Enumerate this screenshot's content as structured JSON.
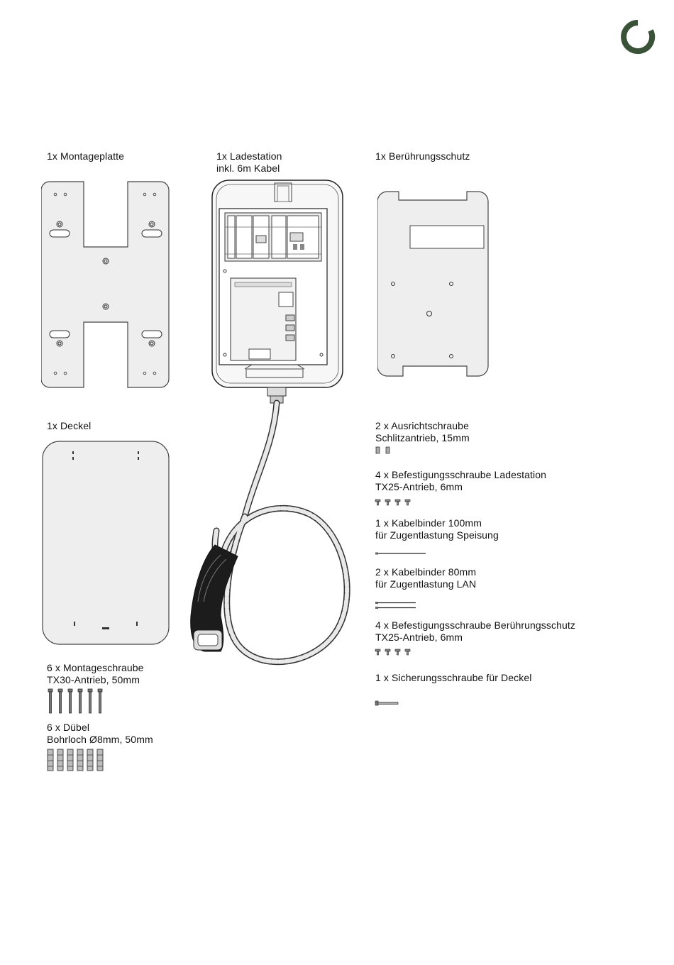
{
  "brand": {
    "logo_name": "ring-logo",
    "accent_color": "#3a5238"
  },
  "items": {
    "montageplatte": {
      "line1": "1x Montageplatte"
    },
    "ladestation": {
      "line1": "1x Ladestation",
      "line2": "inkl. 6m Kabel"
    },
    "beruehrungsschutz": {
      "line1": "1x Berührungsschutz"
    },
    "deckel": {
      "line1": "1x Deckel"
    },
    "montageschraube": {
      "line1": "6 x Montageschraube",
      "line2": "TX30-Antrieb, 50mm",
      "count": 6
    },
    "duebel": {
      "line1": "6 x Dübel",
      "line2": "Bohrloch Ø8mm, 50mm",
      "count": 6
    },
    "ausrichtschraube": {
      "line1": "2 x Ausrichtschraube",
      "line2": "Schlitzantrieb, 15mm",
      "count": 2
    },
    "befestigung_ladestation": {
      "line1": "4 x Befestigungsschraube Ladestation",
      "line2": "TX25-Antrieb, 6mm",
      "count": 4
    },
    "kabelbinder_100": {
      "line1": "1 x Kabelbinder 100mm",
      "line2": "für Zugentlastung Speisung",
      "count": 1
    },
    "kabelbinder_80": {
      "line1": "2 x Kabelbinder 80mm",
      "line2": "für Zugentlastung LAN",
      "count": 2
    },
    "befestigung_schutz": {
      "line1": "4 x Befestigungsschraube Berührungsschutz",
      "line2": "TX25-Antrieb, 6mm",
      "count": 4
    },
    "sicherungsschraube": {
      "line1": "1 x Sicherungsschraube für Deckel",
      "count": 1
    }
  }
}
